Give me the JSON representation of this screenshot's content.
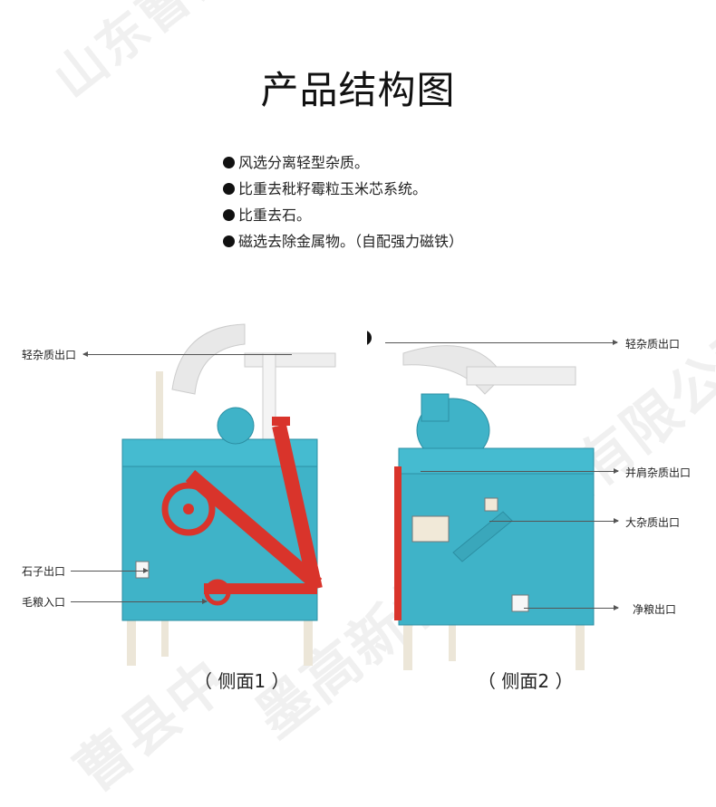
{
  "title": "产品结构图",
  "features": [
    "风选分离轻型杂质。",
    "比重去秕籽霉粒玉米芯系统。",
    "比重去石。",
    "磁选去除金属物。（自配强力磁铁）"
  ],
  "watermark": "山东曹县中墨高新机械制造有限公司",
  "labels": {
    "left_light_impurity": "轻杂质出口",
    "left_stone": "石子出口",
    "left_raw_grain": "毛粮入口",
    "right_light_impurity": "轻杂质出口",
    "right_shriveled": "并肩杂质出口",
    "right_large_impurity": "大杂质出口",
    "right_clean_grain": "净粮出口"
  },
  "captions": {
    "side1": "（ 侧面1 ）",
    "side2": "（ 侧面2 ）"
  },
  "colors": {
    "machine_blue": "#3fb3c8",
    "belt_red": "#d9342b",
    "frame_cream": "#ece6d8"
  }
}
